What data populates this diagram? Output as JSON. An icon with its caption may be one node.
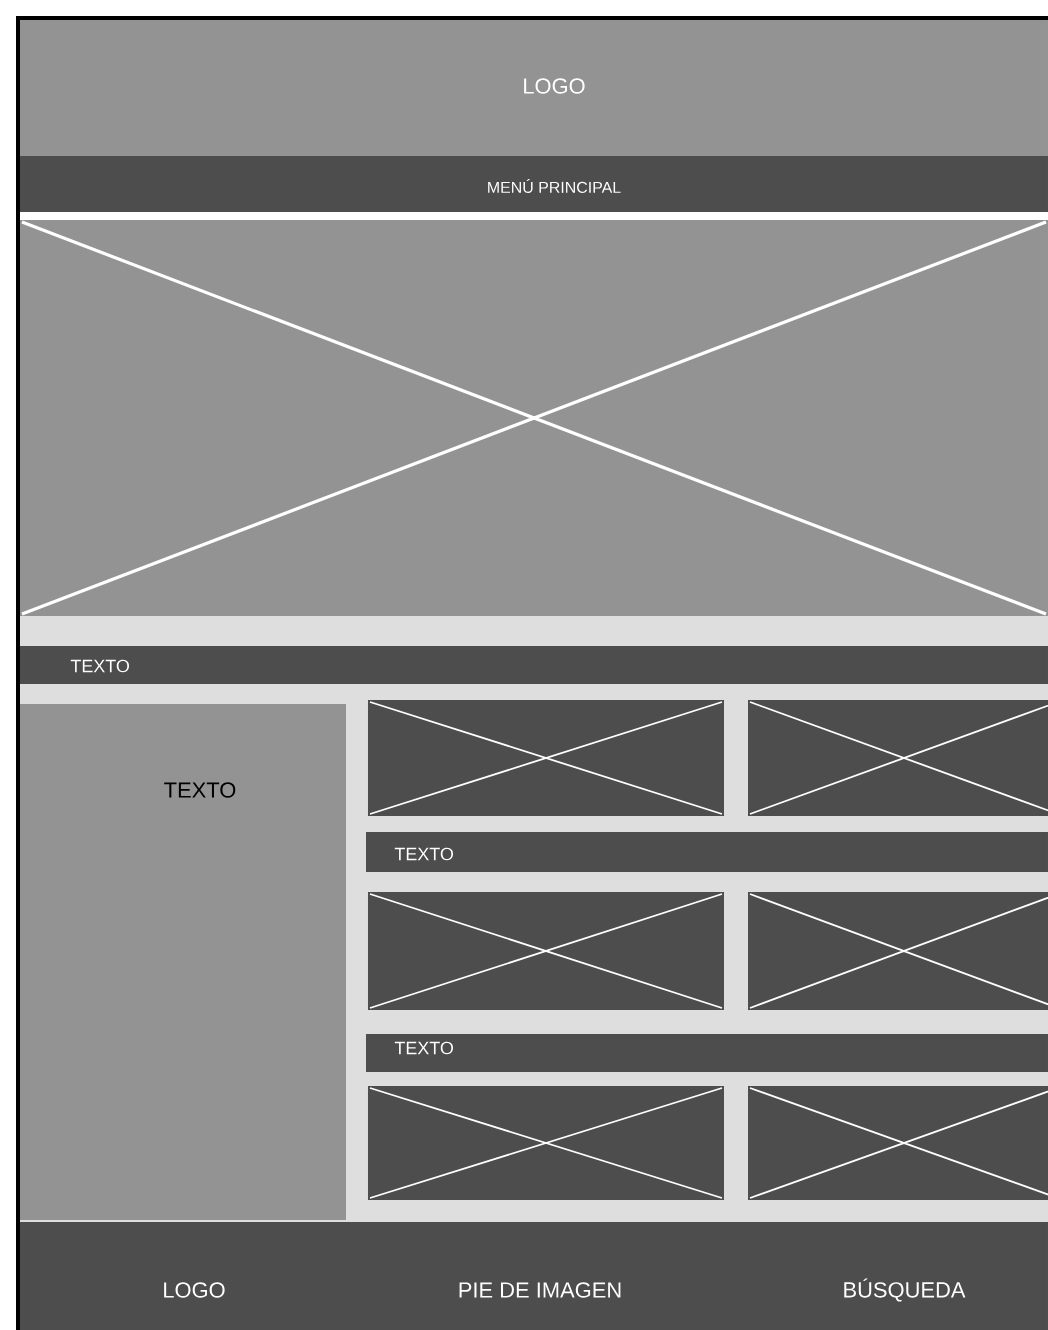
{
  "diagram": {
    "nodes": [
      {
        "text": [
          "LOGO"
        ]
      },
      {
        "text": [
          "MENÚ PRINCIPAL"
        ]
      },
      {
        "text": [
          "TEXTO"
        ]
      },
      {
        "text": [
          "TEXTO"
        ]
      },
      {
        "text": [
          "TEXTO"
        ]
      },
      {
        "text": [
          "TEXTO"
        ]
      },
      {
        "text": [
          "LOGO",
          "PIE DE IMAGEN",
          "BÚSQUEDA"
        ]
      }
    ]
  }
}
